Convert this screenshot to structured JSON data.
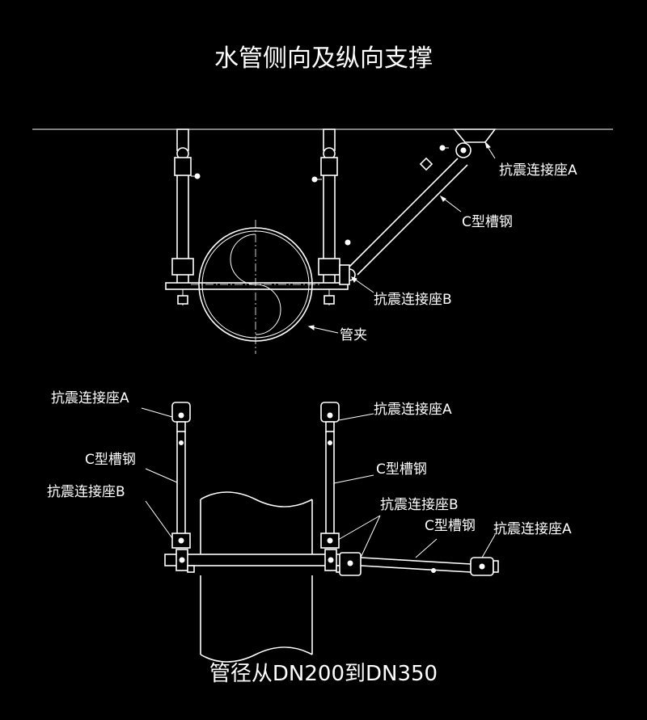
{
  "title": "水管侧向及纵向支撑",
  "footer": "管径从DN200到DN350",
  "top_view": {
    "label_seat_a": "抗震连接座A",
    "label_channel": "C型槽钢",
    "label_seat_b": "抗震连接座B",
    "label_clamp": "管夹"
  },
  "bottom_view": {
    "left_seat_a": "抗震连接座A",
    "left_channel": "C型槽钢",
    "left_seat_b": "抗震连接座B",
    "right_seat_a": "抗震连接座A",
    "right_channel": "C型槽钢",
    "mid_seat_b": "抗震连接座B",
    "mid_channel": "C型槽钢",
    "end_seat_a": "抗震连接座A"
  },
  "colors": {
    "background": "#000000",
    "line": "#ffffff"
  }
}
